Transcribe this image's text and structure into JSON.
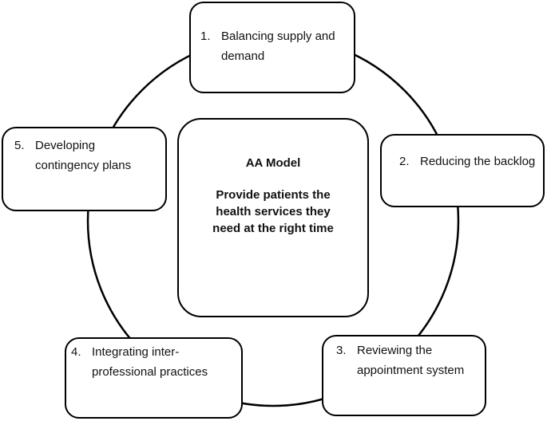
{
  "diagram": {
    "center": {
      "title": "AA Model",
      "subtitle": "Provide patients the health services they need at the right time"
    },
    "steps": [
      {
        "number": "1.",
        "line1": "Balancing supply and",
        "line2": "demand"
      },
      {
        "number": "2.",
        "line1": "Reducing the backlog",
        "line2": ""
      },
      {
        "number": "3.",
        "line1": "Reviewing the",
        "line2": "appointment system"
      },
      {
        "number": "4.",
        "line1": "Integrating inter-",
        "line2": "professional practices"
      },
      {
        "number": "5.",
        "line1": "Developing",
        "line2": "contingency plans"
      }
    ],
    "colors": {
      "stroke": "#000000",
      "background": "#ffffff",
      "text": "#111111"
    }
  }
}
